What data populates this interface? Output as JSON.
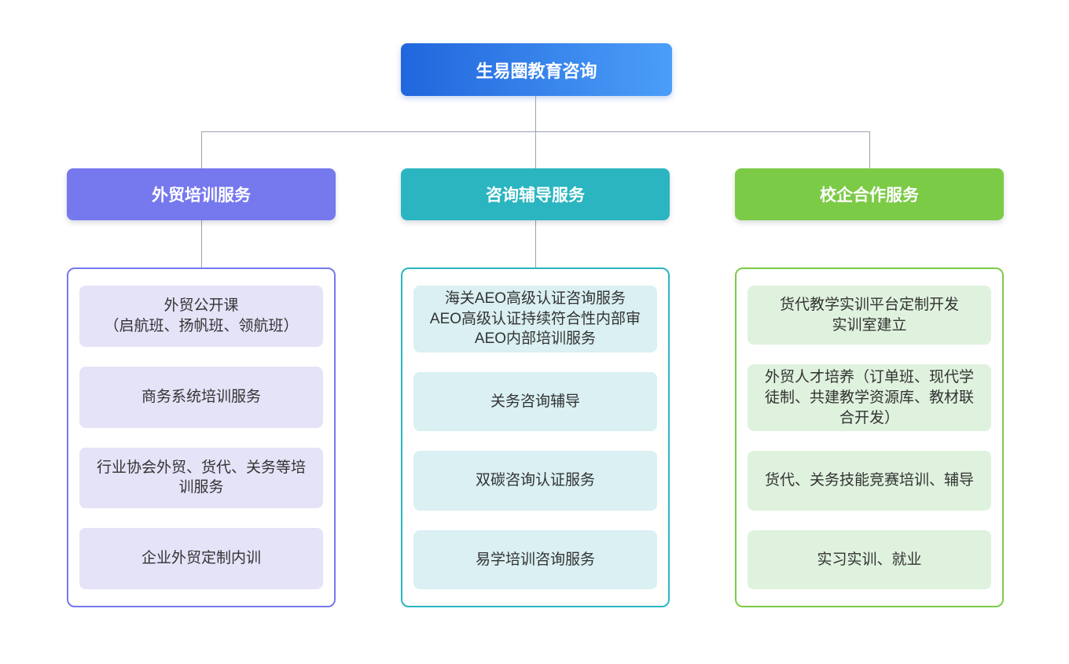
{
  "page": {
    "background": "#ffffff",
    "connector_color": "#9aa1ad"
  },
  "root": {
    "label": "生易圈教育咨询",
    "gradient_start": "#2166dd",
    "gradient_end": "#4b9ef8",
    "text_color": "#ffffff"
  },
  "branches": [
    {
      "label": "外贸培训服务",
      "header_bg": "#7678ee",
      "border_color": "#7678ee",
      "item_bg": "#e5e3f8",
      "items": [
        [
          "外贸公开课",
          "（启航班、扬帆班、领航班）"
        ],
        "商务系统培训服务",
        "行业协会外贸、货代、关务等培训服务",
        "企业外贸定制内训"
      ]
    },
    {
      "label": "咨询辅导服务",
      "header_bg": "#2ab5c0",
      "border_color": "#2ab5c0",
      "item_bg": "#daf0f2",
      "items": [
        [
          "海关AEO高级认证咨询服务",
          "AEO高级认证持续符合性内部审",
          "AEO内部培训服务"
        ],
        "关务咨询辅导",
        "双碳咨询认证服务",
        "易学培训咨询服务"
      ]
    },
    {
      "label": "校企合作服务",
      "header_bg": "#7ccb47",
      "border_color": "#7ccb47",
      "item_bg": "#dff2de",
      "items": [
        [
          "货代教学实训平台定制开发",
          "实训室建立"
        ],
        "外贸人才培养（订单班、现代学徒制、共建教学资源库、教材联合开发）",
        "货代、关务技能竞赛培训、辅导",
        "实习实训、就业"
      ]
    }
  ]
}
